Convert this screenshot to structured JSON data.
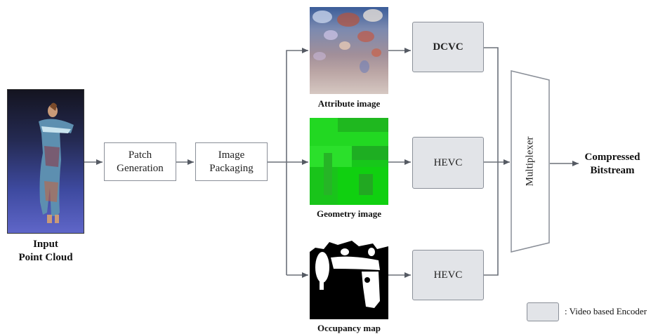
{
  "input": {
    "caption_line1": "Input",
    "caption_line2": "Point Cloud"
  },
  "steps": {
    "patch_line1": "Patch",
    "patch_line2": "Generation",
    "image_line1": "Image",
    "image_line2": "Packaging"
  },
  "images": {
    "attribute": "Attribute image",
    "geometry": "Geometry image",
    "occupancy": "Occupancy map"
  },
  "encoders": {
    "attribute": "DCVC",
    "geometry": "HEVC",
    "occupancy": "HEVC"
  },
  "multiplexer": {
    "label": "Multiplexer"
  },
  "output": {
    "line1": "Compressed",
    "line2": "Bitstream"
  },
  "legend": {
    "label": ": Video based Encoder"
  }
}
